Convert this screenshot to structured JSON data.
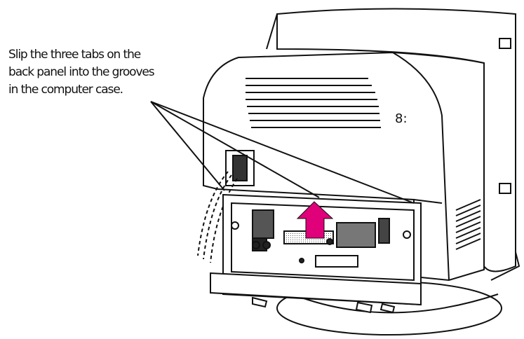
{
  "callout": {
    "lines": [
      "Slip the three tabs on the",
      "back panel into the grooves",
      "in the computer case."
    ]
  },
  "colors": {
    "arrow": "#e0007a",
    "outline": "#111111",
    "hatch": "#333333",
    "background": "#ffffff"
  },
  "icons": [
    "up-arrow-icon"
  ]
}
